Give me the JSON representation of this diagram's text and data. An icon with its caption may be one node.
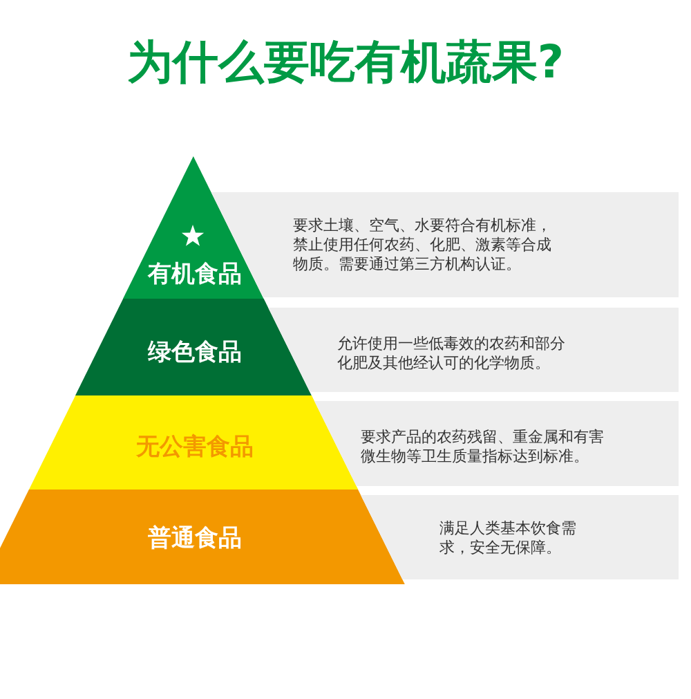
{
  "diagram": {
    "title": "为什么要吃有机蔬果?",
    "nodes": [
      {
        "text": [
          "有机食品"
        ]
      },
      {
        "text": [
          "要求土壤、空气、水要符合有机标准，禁止使用任何农药、化肥、激素等合成物质。需要通过第三方机构认证。"
        ]
      },
      {
        "text": [
          "绿色食品"
        ]
      },
      {
        "text": [
          "允许使用一些低毒效的农药和部分化肥及其他经认可的化学物质。"
        ]
      },
      {
        "text": [
          "无公害食品"
        ]
      },
      {
        "text": [
          "要求产品的农药残留、重金属和有害微生物等卫生质量指标达到标准。"
        ]
      },
      {
        "text": [
          "普通食品"
        ]
      },
      {
        "text": [
          "满足人类基本饮食需求，安全无保障。"
        ]
      }
    ]
  }
}
